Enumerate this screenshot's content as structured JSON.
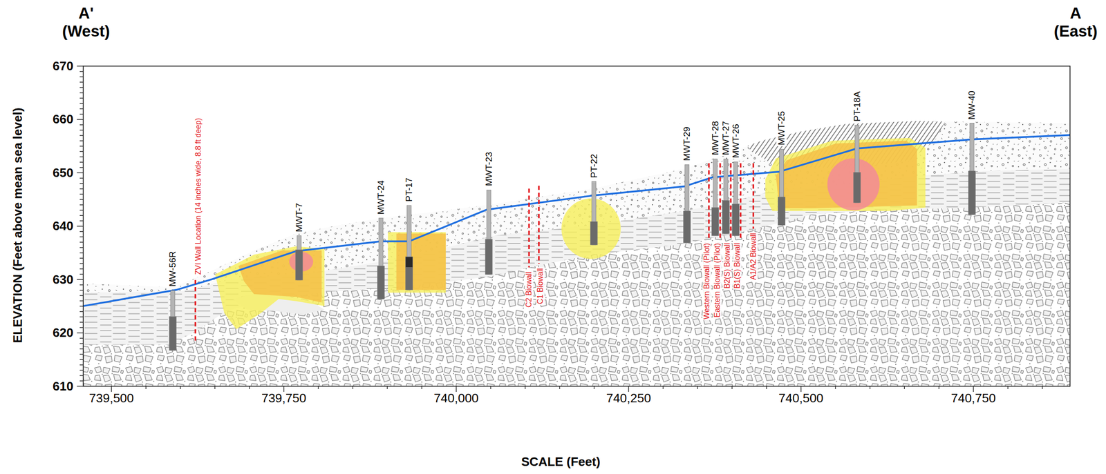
{
  "diagram": {
    "labels": [
      "A' (West)",
      "A (East)",
      "ELEVATION (Feet above mean sea level)",
      "670",
      "660",
      "650",
      "640",
      "630",
      "620",
      "610",
      "739,500",
      "739,750",
      "740,000",
      "740,250",
      "740,500",
      "740,750",
      "SCALE (Feet)",
      "MW-56R",
      "MWT-7",
      "MWT-24",
      "PT-17",
      "MWT-23",
      "PT-22",
      "MWT-29",
      "MWT-28",
      "MWT-27",
      "MWT-26",
      "MWT-25",
      "PT-18A",
      "MW-40",
      "ZVI Wall Location (14 inches wide, 8.8 ft deep)",
      "C2 Biowall",
      "C1 Biowall",
      "Western Biowall (Pilot)",
      "Eastern Biowall (Pilot)",
      "B2(S) Biowall",
      "B1(S) Biowall",
      "A1/A2 Biowall"
    ]
  }
}
